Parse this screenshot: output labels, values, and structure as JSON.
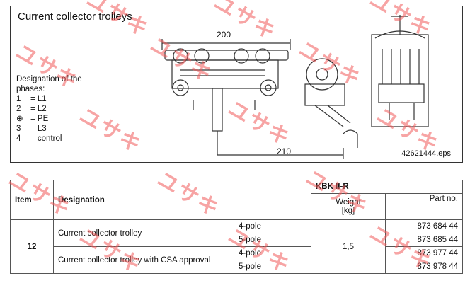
{
  "figure": {
    "title": "Current collector trolleys",
    "dim_top": "200",
    "dim_bottom": "210",
    "file_name": "42621444.eps",
    "phases_heading": "Designation of the phases:",
    "phases": [
      {
        "key": "1",
        "value": "= L1"
      },
      {
        "key": "2",
        "value": "= L2"
      },
      {
        "key": "⊕",
        "value": "= PE"
      },
      {
        "key": "3",
        "value": "= L3"
      },
      {
        "key": "4",
        "value": "= control"
      }
    ]
  },
  "table": {
    "headers": {
      "item": "Item",
      "designation": "Designation",
      "group": "KBK II-R",
      "weight": "Weight",
      "weight_unit": "[kg]",
      "part_no": "Part no."
    },
    "item": "12",
    "weight": "1,5",
    "rows": [
      {
        "designation": "Current collector trolley",
        "poles": [
          "4-pole",
          "5-pole"
        ],
        "parts": [
          "873 684 44",
          "873 685 44"
        ]
      },
      {
        "designation": "Current collector trolley with CSA approval",
        "poles": [
          "4-pole",
          "5-pole"
        ],
        "parts": [
          "873 977 44",
          "873 978 44"
        ]
      }
    ]
  },
  "watermark": "ユサキ",
  "colors": {
    "watermark": "#f05a5a",
    "line": "#333333"
  }
}
